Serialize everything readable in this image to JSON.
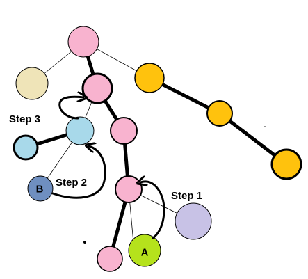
{
  "labels": {
    "step1": "Step 1",
    "step2": "Step 2",
    "step3": "Step 3",
    "node_a": "A",
    "node_b": "B"
  },
  "colors": {
    "pink": "#f8b3cf",
    "beige": "#efe4b8",
    "gold": "#ffc20d",
    "light_blue": "#a8d9ea",
    "steel_blue": "#6f8fc0",
    "lavender": "#c8c2e6",
    "lime": "#b5e21c"
  }
}
